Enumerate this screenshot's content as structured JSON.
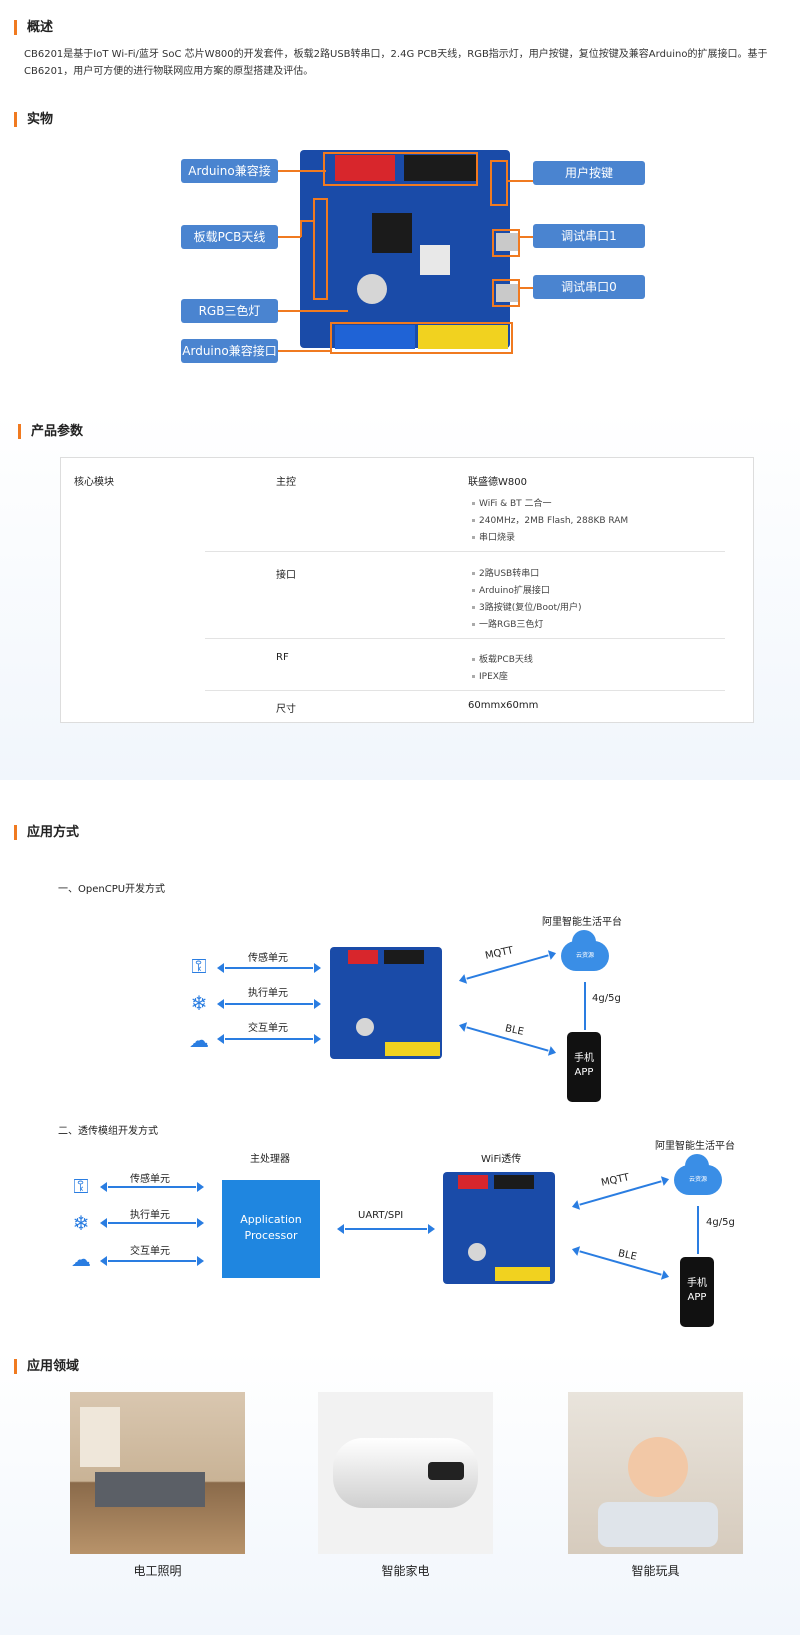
{
  "overview": {
    "title": "概述",
    "text": "CB6201是基于IoT Wi-Fi/蓝牙 SoC 芯片W800的开发套件，板载2路USB转串口，2.4G PCB天线，RGB指示灯，用户按键，复位按键及兼容Arduino的扩展接口。基于CB6201，用户可方便的进行物联网应用方案的原型搭建及评估。"
  },
  "photo_section": {
    "title": "实物",
    "callouts": {
      "arduino_top": "Arduino兼容接",
      "pcb_antenna": "板载PCB天线",
      "rgb_led": "RGB三色灯",
      "arduino_bottom": "Arduino兼容接口",
      "user_key": "用户按键",
      "debug_uart1": "调试串口1",
      "debug_uart0": "调试串口0"
    }
  },
  "params": {
    "title": "产品参数",
    "core_label": "核心模块",
    "rows": [
      {
        "name": "主控",
        "value": "联盛德W800",
        "items": [
          "WiFi & BT 二合一",
          "240MHz，2MB Flash, 288KB RAM",
          "串口烧录"
        ]
      },
      {
        "name": "接口",
        "items": [
          "2路USB转串口",
          "Arduino扩展接口",
          "3路按键(复位/Boot/用户)",
          "一路RGB三色灯"
        ]
      },
      {
        "name": "RF",
        "items": [
          "板载PCB天线",
          "IPEX座"
        ]
      },
      {
        "name": "尺寸",
        "value": "60mmx60mm"
      }
    ]
  },
  "usage": {
    "title": "应用方式",
    "opencpu": {
      "heading": "一、OpenCPU开发方式",
      "platform": "阿里智能生活平台",
      "cloud_text": "云资源",
      "sensor": "传感单元",
      "actuator": "执行单元",
      "interaction": "交互单元",
      "mqtt": "MQTT",
      "ble": "BLE",
      "net": "4g/5g",
      "phone": [
        "手机",
        "APP"
      ]
    },
    "passthrough": {
      "heading": "二、透传模组开发方式",
      "main_proc": "主处理器",
      "wifi": "WiFi透传",
      "platform": "阿里智能生活平台",
      "cloud_text": "云资源",
      "sensor": "传感单元",
      "actuator": "执行单元",
      "interaction": "交互单元",
      "chip_text": [
        "Application",
        "Processor"
      ],
      "uart": "UART/SPI",
      "mqtt": "MQTT",
      "ble": "BLE",
      "net": "4g/5g",
      "phone": [
        "手机",
        "APP"
      ]
    }
  },
  "fields": {
    "title": "应用领域",
    "items": [
      "电工照明",
      "智能家电",
      "智能玩具"
    ]
  },
  "colors": {
    "accent": "#f07a20",
    "blue": "#2a7de1",
    "board": "#1a4ba8",
    "callout": "#4a84d0"
  }
}
